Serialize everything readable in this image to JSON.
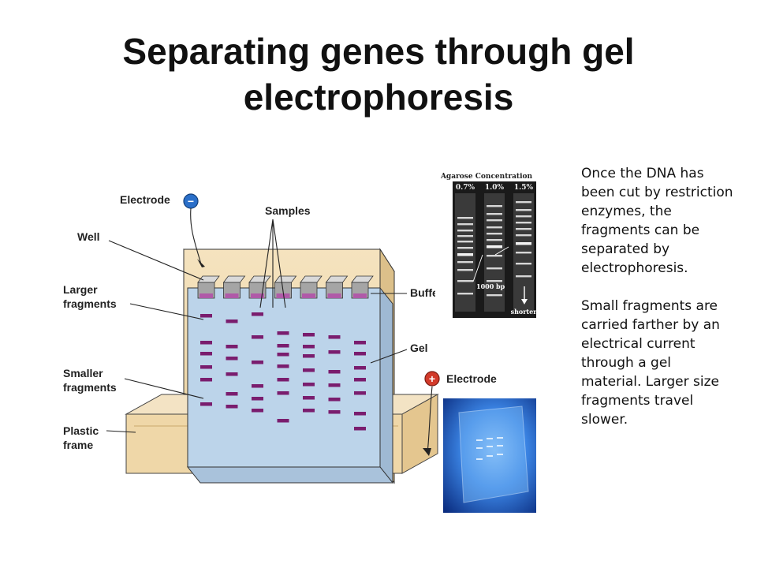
{
  "title": "Separating genes through gel electrophoresis",
  "body": {
    "paragraph1": "Once the DNA has been cut by restriction enzymes, the fragments can be separated by electrophoresis.",
    "paragraph2": "Small fragments are carried farther by an electrical current through a gel material. Larger size fragments travel slower."
  },
  "diagram": {
    "labels": {
      "electrode_top": "Electrode",
      "electrode_bottom": "Electrode",
      "samples": "Samples",
      "well": "Well",
      "larger_fragments": "Larger fragments",
      "buffer": "Buffer",
      "gel": "Gel",
      "smaller_fragments": "Smaller fragments",
      "plastic_frame": "Plastic frame"
    },
    "electrode_signs": {
      "negative": "−",
      "positive": "+"
    }
  },
  "gel_photo": {
    "heading": "Agarose Concentration",
    "lanes": [
      "0.7%",
      "1.0%",
      "1.5%"
    ],
    "marker_label": "1000 bp",
    "arrow_label": "shorter"
  },
  "colors": {
    "gel": "#bcd4ea",
    "buffer": "#f1dcb1",
    "band": "#7a1d6e",
    "well_band": "#b05aa8",
    "electrode_negative": "#2a6fc9",
    "electrode_positive": "#d23a2a"
  }
}
